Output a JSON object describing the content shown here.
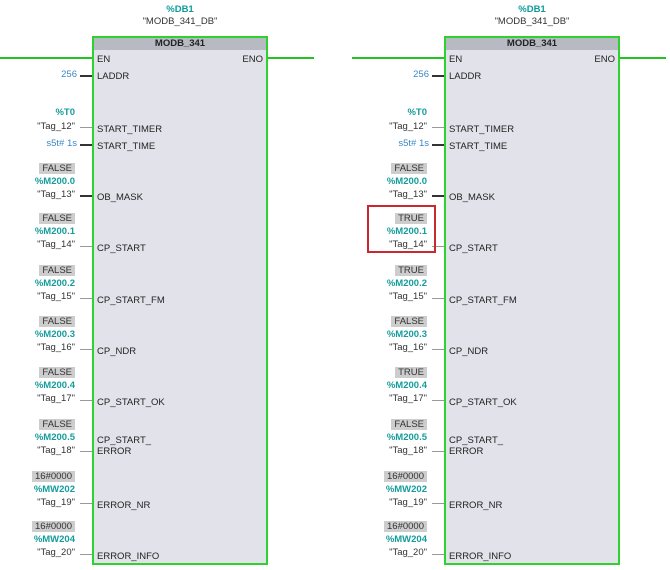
{
  "panels": [
    {
      "db_address": "%DB1",
      "db_name": "\"MODB_341_DB\"",
      "block_title": "MODB_341",
      "en": "EN",
      "eno": "ENO",
      "laddr": {
        "pin": "LADDR",
        "value": "256"
      },
      "start_timer": {
        "pin": "START_TIMER",
        "address": "%T0",
        "tag": "\"Tag_12\""
      },
      "start_time": {
        "pin": "START_TIME",
        "value": "s5t# 1s"
      },
      "ob_mask": {
        "pin": "OB_MASK",
        "status": "FALSE",
        "address": "%M200.0",
        "tag": "\"Tag_13\""
      },
      "cp_start": {
        "pin": "CP_START",
        "status": "FALSE",
        "address": "%M200.1",
        "tag": "\"Tag_14\""
      },
      "cp_start_fm": {
        "pin": "CP_START_FM",
        "status": "FALSE",
        "address": "%M200.2",
        "tag": "\"Tag_15\""
      },
      "cp_ndr": {
        "pin": "CP_NDR",
        "status": "FALSE",
        "address": "%M200.3",
        "tag": "\"Tag_16\""
      },
      "cp_start_ok": {
        "pin": "CP_START_OK",
        "status": "FALSE",
        "address": "%M200.4",
        "tag": "\"Tag_17\""
      },
      "cp_start_error": {
        "pin": "CP_START_\nERROR",
        "status": "FALSE",
        "address": "%M200.5",
        "tag": "\"Tag_18\""
      },
      "error_nr": {
        "pin": "ERROR_NR",
        "status": "16#0000",
        "address": "%MW202",
        "tag": "\"Tag_19\""
      },
      "error_info": {
        "pin": "ERROR_INFO",
        "status": "16#0000",
        "address": "%MW204",
        "tag": "\"Tag_20\""
      }
    },
    {
      "db_address": "%DB1",
      "db_name": "\"MODB_341_DB\"",
      "block_title": "MODB_341",
      "en": "EN",
      "eno": "ENO",
      "laddr": {
        "pin": "LADDR",
        "value": "256"
      },
      "start_timer": {
        "pin": "START_TIMER",
        "address": "%T0",
        "tag": "\"Tag_12\""
      },
      "start_time": {
        "pin": "START_TIME",
        "value": "s5t# 1s"
      },
      "ob_mask": {
        "pin": "OB_MASK",
        "status": "FALSE",
        "address": "%M200.0",
        "tag": "\"Tag_13\""
      },
      "cp_start": {
        "pin": "CP_START",
        "status": "TRUE",
        "address": "%M200.1",
        "tag": "\"Tag_14\""
      },
      "cp_start_fm": {
        "pin": "CP_START_FM",
        "status": "TRUE",
        "address": "%M200.2",
        "tag": "\"Tag_15\""
      },
      "cp_ndr": {
        "pin": "CP_NDR",
        "status": "FALSE",
        "address": "%M200.3",
        "tag": "\"Tag_16\""
      },
      "cp_start_ok": {
        "pin": "CP_START_OK",
        "status": "TRUE",
        "address": "%M200.4",
        "tag": "\"Tag_17\""
      },
      "cp_start_error": {
        "pin": "CP_START_\nERROR",
        "status": "FALSE",
        "address": "%M200.5",
        "tag": "\"Tag_18\""
      },
      "error_nr": {
        "pin": "ERROR_NR",
        "status": "16#0000",
        "address": "%MW202",
        "tag": "\"Tag_19\""
      },
      "error_info": {
        "pin": "ERROR_INFO",
        "status": "16#0000",
        "address": "%MW204",
        "tag": "\"Tag_20\""
      }
    }
  ],
  "colors": {
    "wire": "#22c322",
    "address": "#149c9c",
    "constant": "#3a88c7",
    "highlight": "#c8282e",
    "block": "#e2e3ea"
  }
}
